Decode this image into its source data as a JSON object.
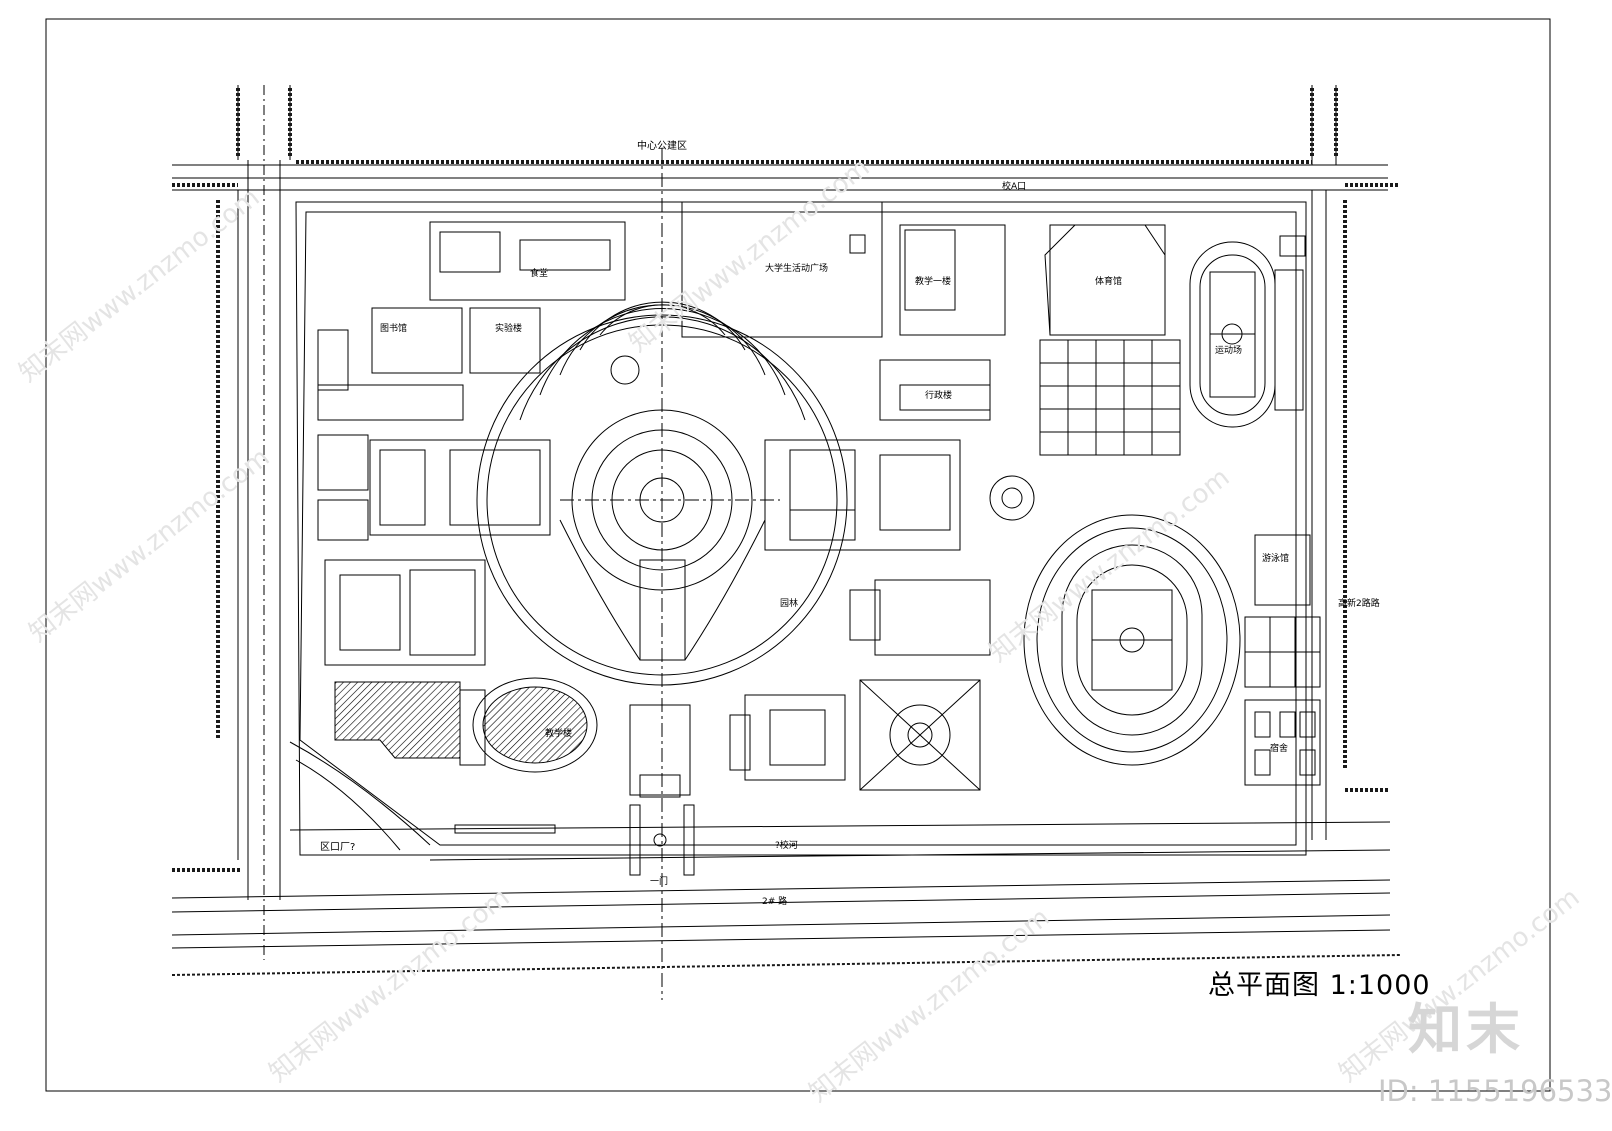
{
  "drawing": {
    "title": "总平面图  1:1000",
    "labels": {
      "central_public_zone": "中心公建区",
      "north_entry": "校A口",
      "plaza_factory": "区口厂?",
      "canal": "?校河",
      "road": "2# 路",
      "main_gate": "一门",
      "east_road": "高新2路路",
      "sports_field": "运动场",
      "building_cluster": "体育馆",
      "gym": "游泳馆",
      "library": "图书馆",
      "lab": "实验楼",
      "admin": "行政楼",
      "teaching_1": "教学一楼",
      "teaching_2": "教学楼",
      "dorm": "宿舍",
      "canteen": "食堂",
      "north_park": "大学生活动广场",
      "garden": "园林"
    }
  },
  "watermark": {
    "brand": "知末",
    "id": "ID: 1155196533",
    "site": "知末网www.znzmo.com"
  },
  "colors": {
    "line": "#000000",
    "tree": "#1a1a1a",
    "watermark": "#d6d6d6"
  }
}
